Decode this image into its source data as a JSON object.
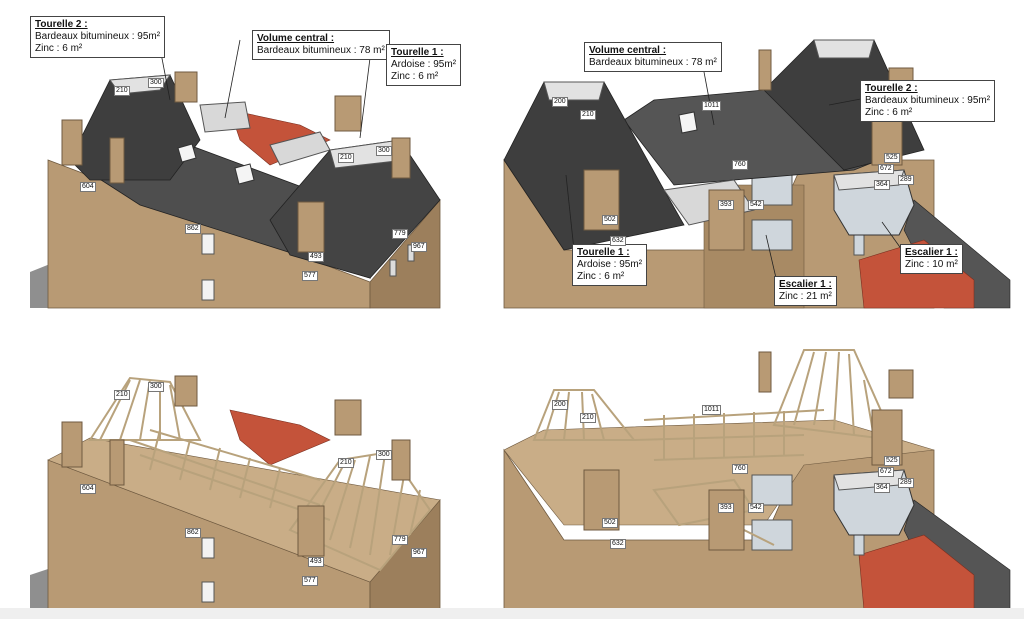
{
  "panel_tl": {
    "callouts": {
      "tourelle2": {
        "title": "Tourelle 2 :",
        "l1": "Bardeaux bitumineux : 95m²",
        "l2": "Zinc : 6 m²"
      },
      "central": {
        "title": "Volume central :",
        "l1": "Bardeaux bitumineux : 78 m²"
      },
      "tourelle1": {
        "title": "Tourelle 1 :",
        "l1": "Ardoise : 95m²",
        "l2": "Zinc : 6 m²"
      }
    },
    "dims": [
      "300",
      "210",
      "604",
      "862",
      "210",
      "300",
      "779",
      "967",
      "493",
      "577"
    ]
  },
  "panel_tr": {
    "callouts": {
      "central": {
        "title": "Volume central :",
        "l1": "Bardeaux bitumineux : 78 m²"
      },
      "tourelle2": {
        "title": "Tourelle 2 :",
        "l1": "Bardeaux bitumineux : 95m²",
        "l2": "Zinc : 6 m²"
      },
      "tourelle1": {
        "title": "Tourelle 1 :",
        "l1": "Ardoise : 95m²",
        "l2": "Zinc : 6 m²"
      },
      "escalier1a": {
        "title": "Escalier 1 :",
        "l1": "Zinc : 21 m²"
      },
      "escalier1b": {
        "title": "Escalier 1 :",
        "l1": "Zinc : 10 m²"
      }
    },
    "dims": [
      "200",
      "210",
      "1011",
      "760",
      "525",
      "672",
      "364",
      "289",
      "393",
      "542",
      "502",
      "632"
    ]
  },
  "panel_bl": {
    "dims": [
      "300",
      "210",
      "604",
      "862",
      "210",
      "300",
      "779",
      "967",
      "493",
      "577"
    ]
  },
  "panel_br": {
    "dims": [
      "200",
      "210",
      "1011",
      "760",
      "525",
      "672",
      "364",
      "289",
      "393",
      "542",
      "502",
      "632"
    ]
  },
  "colors": {
    "wall": "#b89a74",
    "wall_dark": "#9c7f5c",
    "roof": "#4a4a4a",
    "roof_light": "#6a6a6a",
    "zinc": "#d8d8d8",
    "tile": "#c4533a",
    "timber": "#d6c6a4"
  }
}
